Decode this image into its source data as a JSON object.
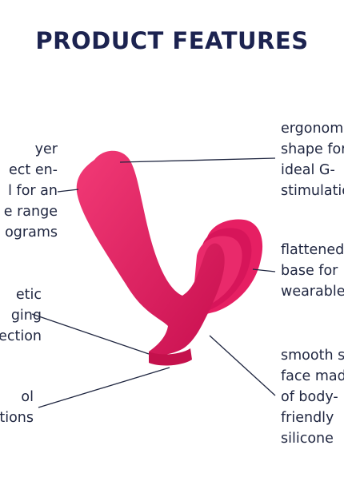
{
  "title": "PRODUCT FEATURES",
  "colors": {
    "product": "#e0175e",
    "text": "#1c2340",
    "background": "#ffffff"
  },
  "features": {
    "ergonomic": "ergonomic\nshape for\nideal G-\nstimulation",
    "flattened": "flattened\nbase for\nwearable",
    "smooth": "smooth s\nface mad\nof body-\nfriendly\nsilicone",
    "layer": "yer\nect en-\nl for an\ne range\nograms",
    "magnetic": "etic\nging\nection",
    "control": "ol\ntions"
  }
}
